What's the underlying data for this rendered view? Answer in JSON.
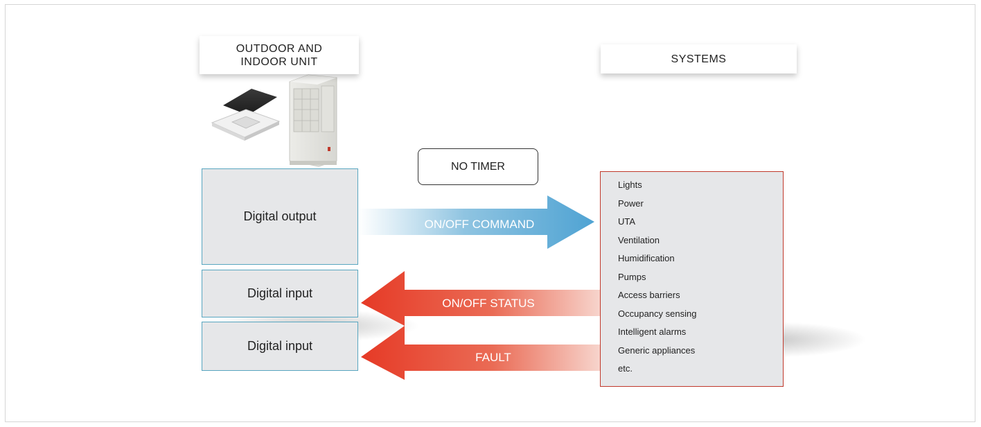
{
  "left_header": {
    "label": "OUTDOOR AND\nINDOOR UNIT"
  },
  "right_header": {
    "label": "SYSTEMS"
  },
  "timer_mode": {
    "label": "NO TIMER"
  },
  "unit_blocks": {
    "output": "Digital output",
    "input_1": "Digital input",
    "input_2": "Digital input"
  },
  "arrows": {
    "command": {
      "label": "ON/OFF COMMAND",
      "color": "#5aaed6"
    },
    "status": {
      "label": "ON/OFF STATUS",
      "color": "#e8402f"
    },
    "fault": {
      "label": "FAULT",
      "color": "#e8402f"
    }
  },
  "systems_list": [
    "Lights",
    "Power",
    "UTA",
    "Ventilation",
    "Humidification",
    "Pumps",
    "Access barriers",
    "Occupancy sensing",
    "Intelligent alarms",
    "Generic appliances",
    "etc."
  ],
  "colors": {
    "unit_border": "#58a6c0",
    "systems_border": "#c0392b",
    "box_fill": "#e6e7e9"
  }
}
